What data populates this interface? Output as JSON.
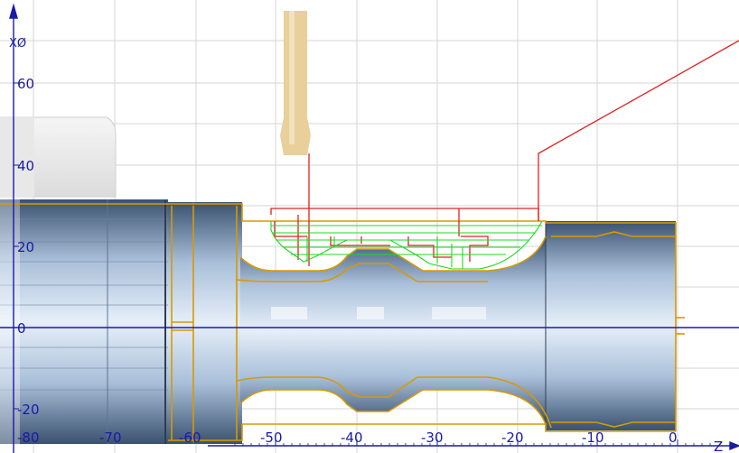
{
  "viewport": {
    "x_axis": {
      "label": "Z",
      "ticks": [
        "-80",
        "-70",
        "-60",
        "-50",
        "-40",
        "-30",
        "-20",
        "-10",
        "0"
      ]
    },
    "y_axis": {
      "label": "XØ",
      "ticks": [
        "60",
        "40",
        "20",
        "0",
        "-20"
      ]
    }
  },
  "colors": {
    "grid": "#d4d4d4",
    "axis": "#1a1aa8",
    "part_contour": "#d79a00",
    "rapid_path": "#e02020",
    "cut_path": "#1ed81e",
    "tool": "#e9cf9a",
    "stock_body": "#8fa7c4",
    "chuck": "#efefef"
  },
  "icons": [
    "tool-insert",
    "chuck-jaw",
    "workpiece",
    "toolpath"
  ]
}
